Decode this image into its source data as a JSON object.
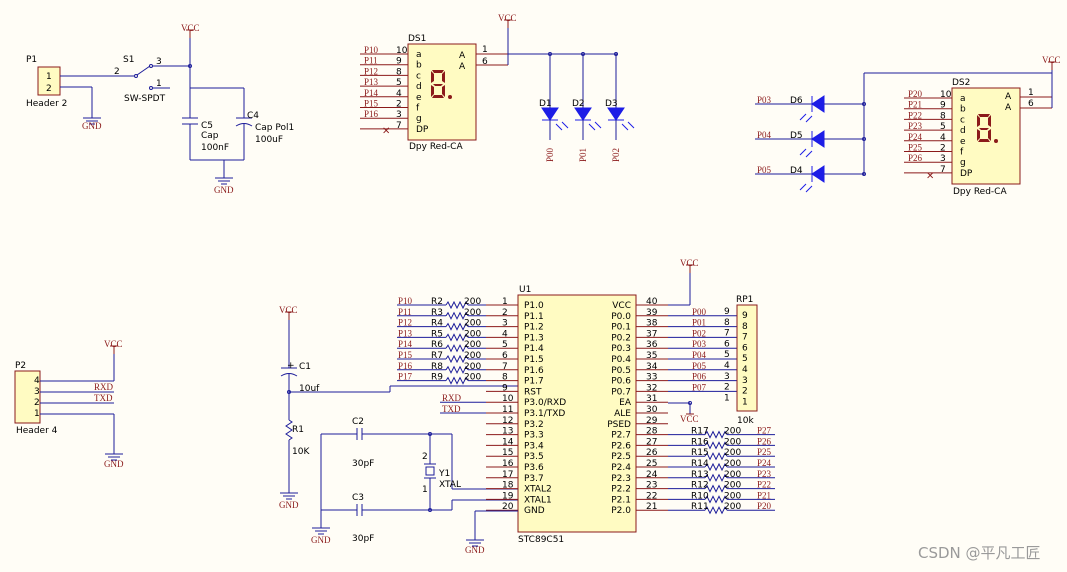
{
  "watermark": "CSDN @平凡工匠",
  "p1": {
    "ref": "P1",
    "name": "Header 2",
    "pins": [
      "1",
      "2"
    ]
  },
  "s1": {
    "ref": "S1",
    "name": "SW-SPDT",
    "pins": [
      "2",
      "3",
      "1"
    ]
  },
  "c5": {
    "ref": "C5",
    "type": "Cap",
    "value": "100nF"
  },
  "c4": {
    "ref": "C4",
    "type": "Cap Pol1",
    "value": "100uF"
  },
  "ds1": {
    "ref": "DS1",
    "name": "Dpy Red-CA",
    "segs": [
      "a",
      "b",
      "c",
      "d",
      "e",
      "f",
      "g",
      "DP"
    ],
    "pinnums": [
      "10",
      "9",
      "8",
      "5",
      "4",
      "2",
      "3",
      "7"
    ],
    "anode": [
      "A",
      "A"
    ],
    "anodepins": [
      "1",
      "6"
    ],
    "nets": [
      "P10",
      "P11",
      "P12",
      "P13",
      "P14",
      "P15",
      "P16"
    ]
  },
  "leds1": [
    {
      "ref": "D1",
      "net": "P00"
    },
    {
      "ref": "D2",
      "net": "P01"
    },
    {
      "ref": "D3",
      "net": "P02"
    }
  ],
  "ds2": {
    "ref": "DS2",
    "name": "Dpy Red-CA",
    "segs": [
      "a",
      "b",
      "c",
      "d",
      "e",
      "f",
      "g",
      "DP"
    ],
    "pinnums": [
      "10",
      "9",
      "8",
      "5",
      "4",
      "2",
      "3",
      "7"
    ],
    "anode": [
      "A",
      "A"
    ],
    "anodepins": [
      "1",
      "6"
    ],
    "nets": [
      "P20",
      "P21",
      "P22",
      "P23",
      "P24",
      "P25",
      "P26"
    ]
  },
  "leds2": [
    {
      "ref": "D6",
      "net": "P03"
    },
    {
      "ref": "D5",
      "net": "P04"
    },
    {
      "ref": "D4",
      "net": "P05"
    }
  ],
  "p2": {
    "ref": "P2",
    "name": "Header 4",
    "pins": [
      "4",
      "3",
      "2",
      "1"
    ],
    "nets": [
      "RXD",
      "TXD"
    ]
  },
  "power": {
    "vcc": "VCC",
    "gnd": "GND"
  },
  "c1": {
    "ref": "C1",
    "value": "10uf"
  },
  "r1": {
    "ref": "R1",
    "value": "10K"
  },
  "c2": {
    "ref": "C2",
    "value": "30pF"
  },
  "c3": {
    "ref": "C3",
    "value": "30pF"
  },
  "y1": {
    "ref": "Y1",
    "name": "XTAL",
    "pins": [
      "2",
      "1"
    ]
  },
  "u1": {
    "ref": "U1",
    "name": "STC89C51",
    "left": [
      {
        "n": "1",
        "p": "P1.0"
      },
      {
        "n": "2",
        "p": "P1.1"
      },
      {
        "n": "3",
        "p": "P1.2"
      },
      {
        "n": "4",
        "p": "P1.3"
      },
      {
        "n": "5",
        "p": "P1.4"
      },
      {
        "n": "6",
        "p": "P1.5"
      },
      {
        "n": "7",
        "p": "P1.6"
      },
      {
        "n": "8",
        "p": "P1.7"
      },
      {
        "n": "9",
        "p": "RST"
      },
      {
        "n": "10",
        "p": "P3.0/RXD"
      },
      {
        "n": "11",
        "p": "P3.1/TXD"
      },
      {
        "n": "12",
        "p": "P3.2"
      },
      {
        "n": "13",
        "p": "P3.3"
      },
      {
        "n": "14",
        "p": "P3.4"
      },
      {
        "n": "15",
        "p": "P3.5"
      },
      {
        "n": "16",
        "p": "P3.6"
      },
      {
        "n": "17",
        "p": "P3.7"
      },
      {
        "n": "18",
        "p": "XTAL2"
      },
      {
        "n": "19",
        "p": "XTAL1"
      },
      {
        "n": "20",
        "p": "GND"
      }
    ],
    "right": [
      {
        "n": "40",
        "p": "VCC"
      },
      {
        "n": "39",
        "p": "P0.0"
      },
      {
        "n": "38",
        "p": "P0.1"
      },
      {
        "n": "37",
        "p": "P0.2"
      },
      {
        "n": "36",
        "p": "P0.3"
      },
      {
        "n": "35",
        "p": "P0.4"
      },
      {
        "n": "34",
        "p": "P0.5"
      },
      {
        "n": "33",
        "p": "P0.6"
      },
      {
        "n": "32",
        "p": "P0.7"
      },
      {
        "n": "31",
        "p": "EA"
      },
      {
        "n": "30",
        "p": "ALE"
      },
      {
        "n": "29",
        "p": "PSED"
      },
      {
        "n": "28",
        "p": "P2.7"
      },
      {
        "n": "27",
        "p": "P2.6"
      },
      {
        "n": "26",
        "p": "P2.5"
      },
      {
        "n": "25",
        "p": "P2.4"
      },
      {
        "n": "24",
        "p": "P2.3"
      },
      {
        "n": "23",
        "p": "P2.2"
      },
      {
        "n": "22",
        "p": "P2.1"
      },
      {
        "n": "21",
        "p": "P2.0"
      }
    ]
  },
  "leftres": [
    {
      "net": "P10",
      "ref": "R2",
      "val": "200"
    },
    {
      "net": "P11",
      "ref": "R3",
      "val": "200"
    },
    {
      "net": "P12",
      "ref": "R4",
      "val": "200"
    },
    {
      "net": "P13",
      "ref": "R5",
      "val": "200"
    },
    {
      "net": "P14",
      "ref": "R6",
      "val": "200"
    },
    {
      "net": "P15",
      "ref": "R7",
      "val": "200"
    },
    {
      "net": "P16",
      "ref": "R8",
      "val": "200"
    },
    {
      "net": "P17",
      "ref": "R9",
      "val": "200"
    }
  ],
  "leftnets2": [
    "RXD",
    "TXD"
  ],
  "p0nets": [
    "P00",
    "P01",
    "P02",
    "P03",
    "P04",
    "P05",
    "P06",
    "P07"
  ],
  "rp1": {
    "ref": "RP1",
    "value": "10k",
    "pins": [
      "9",
      "8",
      "7",
      "6",
      "5",
      "4",
      "3",
      "2",
      "1"
    ]
  },
  "rightres": [
    {
      "ref": "R17",
      "val": "200",
      "net": "P27"
    },
    {
      "ref": "R16",
      "val": "200",
      "net": "P26"
    },
    {
      "ref": "R15",
      "val": "200",
      "net": "P25"
    },
    {
      "ref": "R14",
      "val": "200",
      "net": "P24"
    },
    {
      "ref": "R13",
      "val": "200",
      "net": "P23"
    },
    {
      "ref": "R12",
      "val": "200",
      "net": "P22"
    },
    {
      "ref": "R10",
      "val": "200",
      "net": "P21"
    },
    {
      "ref": "R11",
      "val": "200",
      "net": "P20"
    }
  ]
}
